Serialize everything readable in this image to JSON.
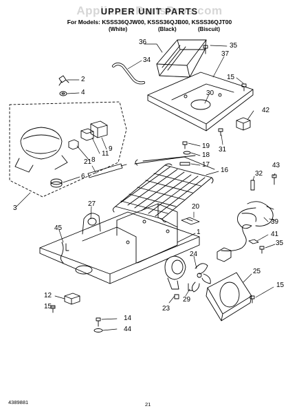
{
  "header": {
    "watermark": "AppliancePartsPros.com",
    "title": "UPPER UNIT PARTS",
    "models": "For Models: KSSS36QJW00, KSSS36QJB00, KSSS36QJT00",
    "variants": [
      "(White)",
      "(Black)",
      "(Biscuit)"
    ]
  },
  "callouts": [
    "36",
    "35",
    "34",
    "37",
    "2",
    "4",
    "15",
    "30",
    "42",
    "19",
    "18",
    "17",
    "31",
    "9",
    "11",
    "8",
    "21",
    "6",
    "16",
    "43",
    "32",
    "3",
    "27",
    "20",
    "45",
    "1",
    "39",
    "41",
    "35",
    "24",
    "25",
    "15",
    "12",
    "15",
    "23",
    "29",
    "14",
    "44"
  ],
  "footer": {
    "doc_number": "4389881",
    "page_number": "21"
  }
}
